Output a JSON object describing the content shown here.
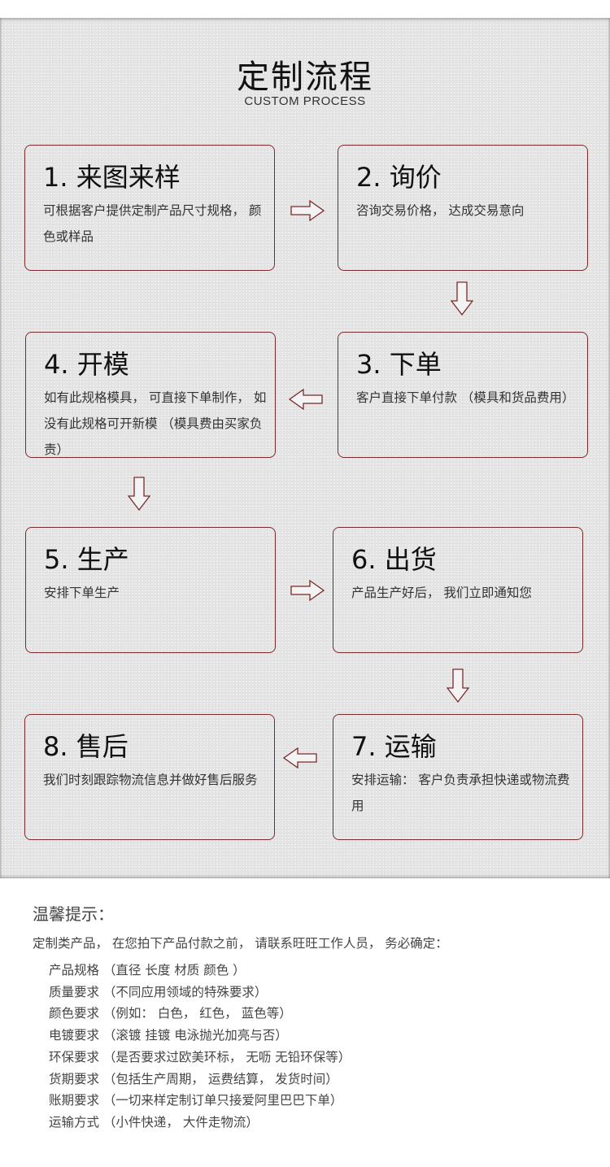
{
  "header": {
    "title": "定制流程",
    "subtitle": "CUSTOM PROCESS"
  },
  "steps": [
    {
      "title": "1. 来图来样",
      "desc": "可根据客户提供定制产品尺寸规格， 颜色或样品"
    },
    {
      "title": "2. 询价",
      "desc": "咨询交易价格， 达成交易意向"
    },
    {
      "title": "3. 下单",
      "desc": "客户直接下单付款 （模具和货品费用）"
    },
    {
      "title": "4. 开模",
      "desc": "如有此规格模具， 可直接下单制作， 如没有此规格可开新模 （模具费由买家负责）"
    },
    {
      "title": "5. 生产",
      "desc": "安排下单生产"
    },
    {
      "title": "6. 出货",
      "desc": "产品生产好后， 我们立即通知您"
    },
    {
      "title": "7. 运输",
      "desc": "安排运输： 客户负责承担快递或物流费用"
    },
    {
      "title": "8. 售后",
      "desc": "我们时刻跟踪物流信息并做好售后服务"
    }
  ],
  "tips": {
    "title": "温馨提示：",
    "intro": "定制类产品， 在您拍下产品付款之前， 请联系旺旺工作人员， 务必确定：",
    "items": [
      "产品规格 （直径 长度 材质 颜色 ）",
      "质量要求 （不同应用领域的特殊要求）",
      "颜色要求 （例如： 白色， 红色， 蓝色等）",
      "电镀要求 （滚镀 挂镀 电泳抛光加亮与否）",
      "环保要求 （是否要求过欧美环标， 无呖 无铅环保等）",
      "货期要求 （包括生产周期， 运费结算， 发货时间）",
      "账期要求 （一切来样定制订单只接爱阿里巴巴下单）",
      "运输方式 （小件快递， 大件走物流）"
    ]
  }
}
